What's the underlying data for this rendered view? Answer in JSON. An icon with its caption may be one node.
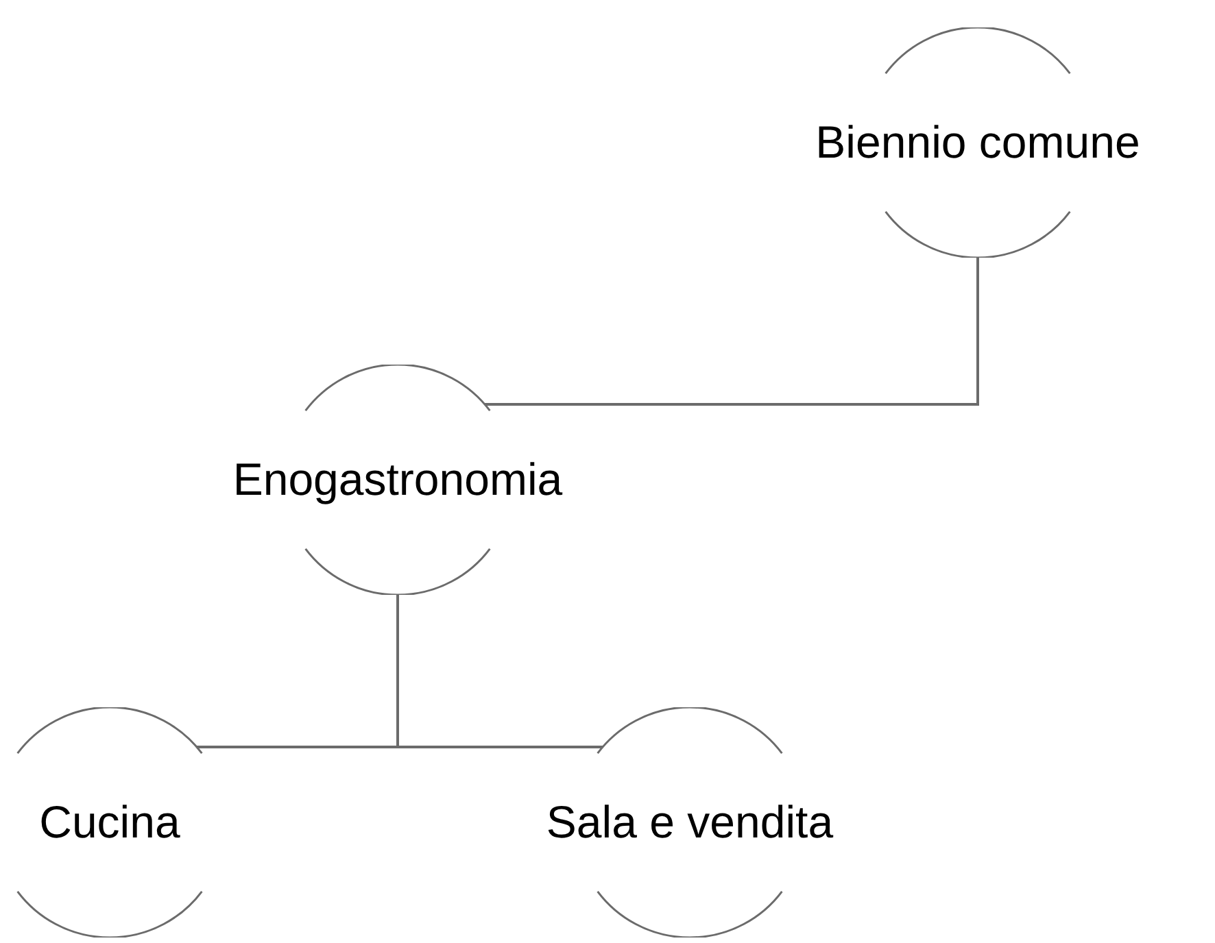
{
  "diagram": {
    "nodes": [
      {
        "text": [
          "Biennio comune"
        ]
      },
      {
        "text": [
          "Enogastronomia"
        ]
      },
      {
        "text": [
          "Cucina"
        ]
      },
      {
        "text": [
          "Sala e vendita"
        ]
      }
    ],
    "edges": [
      {
        "from": 0,
        "to": 1,
        "arrow": "none"
      },
      {
        "from": 1,
        "to": 2,
        "arrow": "none"
      },
      {
        "from": 1,
        "to": 3,
        "arrow": "none"
      }
    ]
  }
}
